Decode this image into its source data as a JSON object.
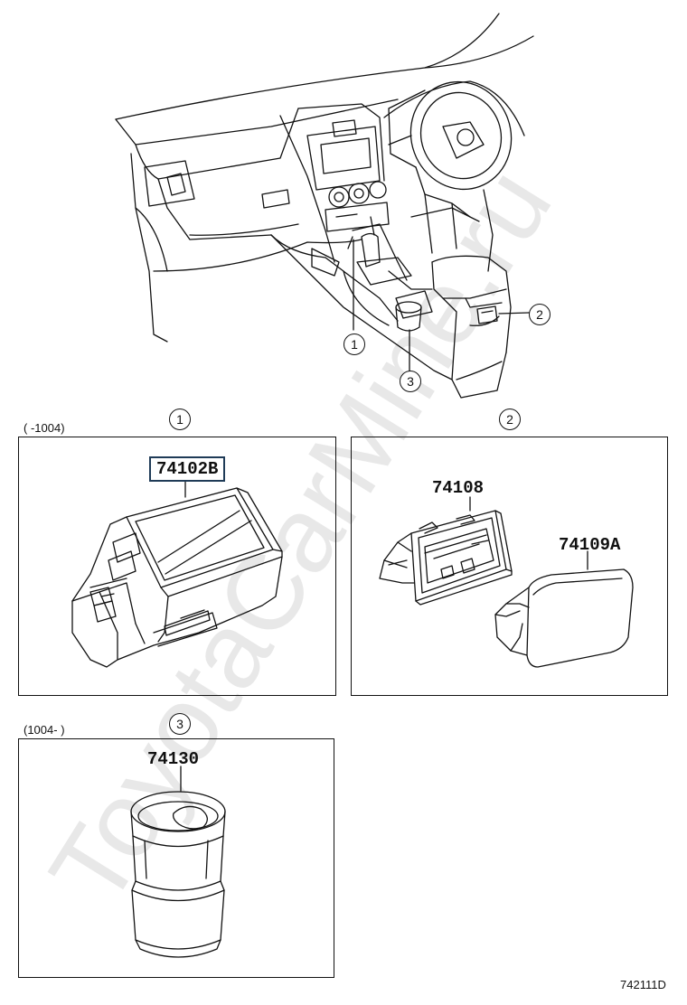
{
  "callouts": {
    "c1": "1",
    "c2": "2",
    "c3": "3"
  },
  "sections": {
    "s1": {
      "callout": "1",
      "range_note": "(      -1004)"
    },
    "s2": {
      "callout": "2"
    },
    "s3": {
      "callout": "3",
      "range_note": "(1004-      )"
    }
  },
  "parts": {
    "p1": "74102B",
    "p2": "74108",
    "p3": "74109A",
    "p4": "74130"
  },
  "footer_code": "742111D",
  "watermark": "ToyotaCarMine.ru",
  "colors": {
    "line": "#111111",
    "highlight_box": "#1f3b57",
    "watermark": "#e6e6e6"
  }
}
